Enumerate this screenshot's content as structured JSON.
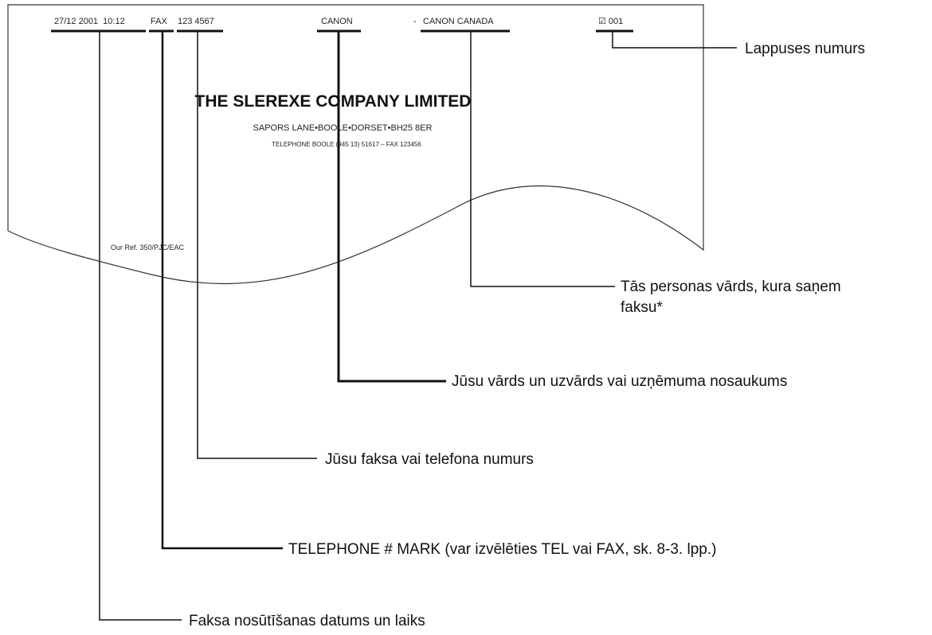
{
  "fax": {
    "header": {
      "datetime": "27/12 2001  10:12",
      "tel_mark": "FAX",
      "number": "123 4567",
      "sender": "CANON",
      "recipient": "CANON CANADA",
      "recipient_prefix": "-",
      "page": "☑ 001"
    },
    "company_name": "THE SLEREXE COMPANY LIMITED",
    "address": "SAPORS LANE•BOOLE•DORSET•BH25 8ER",
    "telephone_line": "TELEPHONE BOOLE (945 13) 51617 – FAX 123456",
    "reference": "Our Ref. 350/PJC/EAC"
  },
  "callouts": {
    "page_number": "Lappuses numurs",
    "recipient_line1": "Tās personas vārds, kura saņem",
    "recipient_line2": "faksu*",
    "sender_name": "Jūsu vārds un uzvārds vai uzņēmuma nosaukums",
    "fax_number": "Jūsu faksa vai telefona numurs",
    "tel_mark": "TELEPHONE # MARK (var izvēlēties TEL vai FAX, sk. 8-3. lpp.)",
    "datetime": "Faksa nosūtīšanas datums un laiks"
  }
}
